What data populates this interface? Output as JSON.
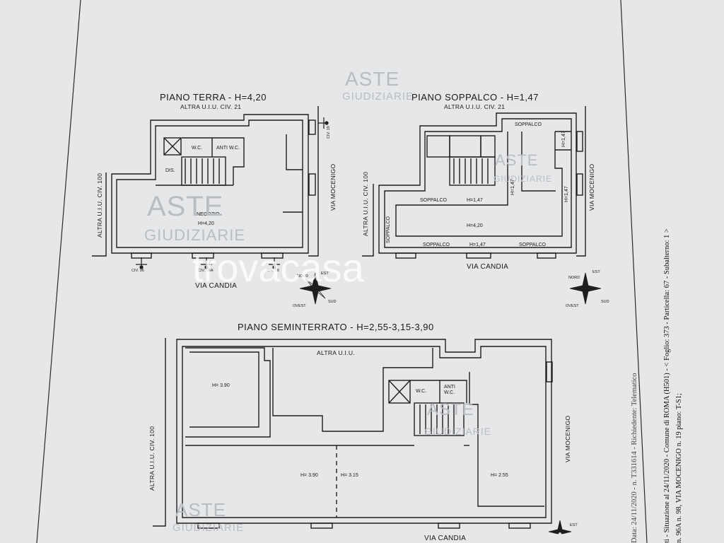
{
  "colors": {
    "paper": "#e6e7e9",
    "ink": "#1c1c1c",
    "watermark": "#b9bdc2"
  },
  "plans": {
    "terra": {
      "title": "PIANO TERRA - H=4,20",
      "neighbor_top": "ALTRA U.I.U. CIV. 21",
      "neighbor_left": "ALTRA U.I.U. CIV. 100",
      "street_right": "VIA MOCENIGO",
      "street_bottom": "VIA CANDIA",
      "rooms": {
        "wc": "W.C.",
        "anti_wc": "ANTI W.C.",
        "dis": "DIS.",
        "negozio": "NEGOZIO",
        "negozio_h": "H=4,20"
      },
      "civ": [
        "CIV. 96",
        "CIV. 96A",
        "CIV. 98",
        "CIV. 19"
      ]
    },
    "soppalco": {
      "title": "PIANO SOPPALCO - H=1,47",
      "neighbor_top": "ALTRA U.I.U. CIV. 21",
      "neighbor_left": "ALTRA U.I.U. CIV. 100",
      "street_right": "VIA MOCENIGO",
      "street_bottom": "VIA CANDIA",
      "rooms": {
        "soppalco_top": "SOPPALCO",
        "h147_a": "H=1,47",
        "h147_b": "H=1,47",
        "h147_c": "H=1,47",
        "soppalco_mid": "SOPPALCO",
        "h147_mid": "H=1,47",
        "h420": "H=4,20",
        "soppalco_left": "SOPPALCO",
        "soppalco_bottom_a": "SOPPALCO",
        "h147_bottom": "H=1,47",
        "soppalco_bottom_b": "SOPPALCO"
      }
    },
    "seminterrato": {
      "title": "PIANO SEMINTERRATO - H=2,55-3,15-3,90",
      "neighbor_top": "ALTRA U.I.U.",
      "neighbor_left": "ALTRA U.I.U. CIV. 100",
      "street_right": "VIA MOCENIGO",
      "street_bottom": "VIA CANDIA",
      "rooms": {
        "h390_room": "H= 3.90",
        "h390": "H= 3.90",
        "h315": "H= 3.15",
        "h255": "H= 2.55",
        "wc": "W.C.",
        "anti_wc": "ANTI W.C."
      }
    }
  },
  "compass": {
    "nord": "NORD",
    "est": "EST",
    "sud": "SUD",
    "ovest": "OVEST"
  },
  "side_text": {
    "line1": "Data: 24/11/2020 - n. T331614 - Richiedente: Telematico",
    "line2": "ti - Situazione al 24/11/2020 - Comune di ROMA (H501) - < Foglio: 373 - Particella: 67 - Subalterno: 1 >",
    "line3": "n. 96A n. 98, VIA MOCENIGO n. 19 piano: T-S1;"
  },
  "watermarks": {
    "brand": "ASTE",
    "sub": "GIUDIZIARIE",
    "site": "trovacasa"
  }
}
